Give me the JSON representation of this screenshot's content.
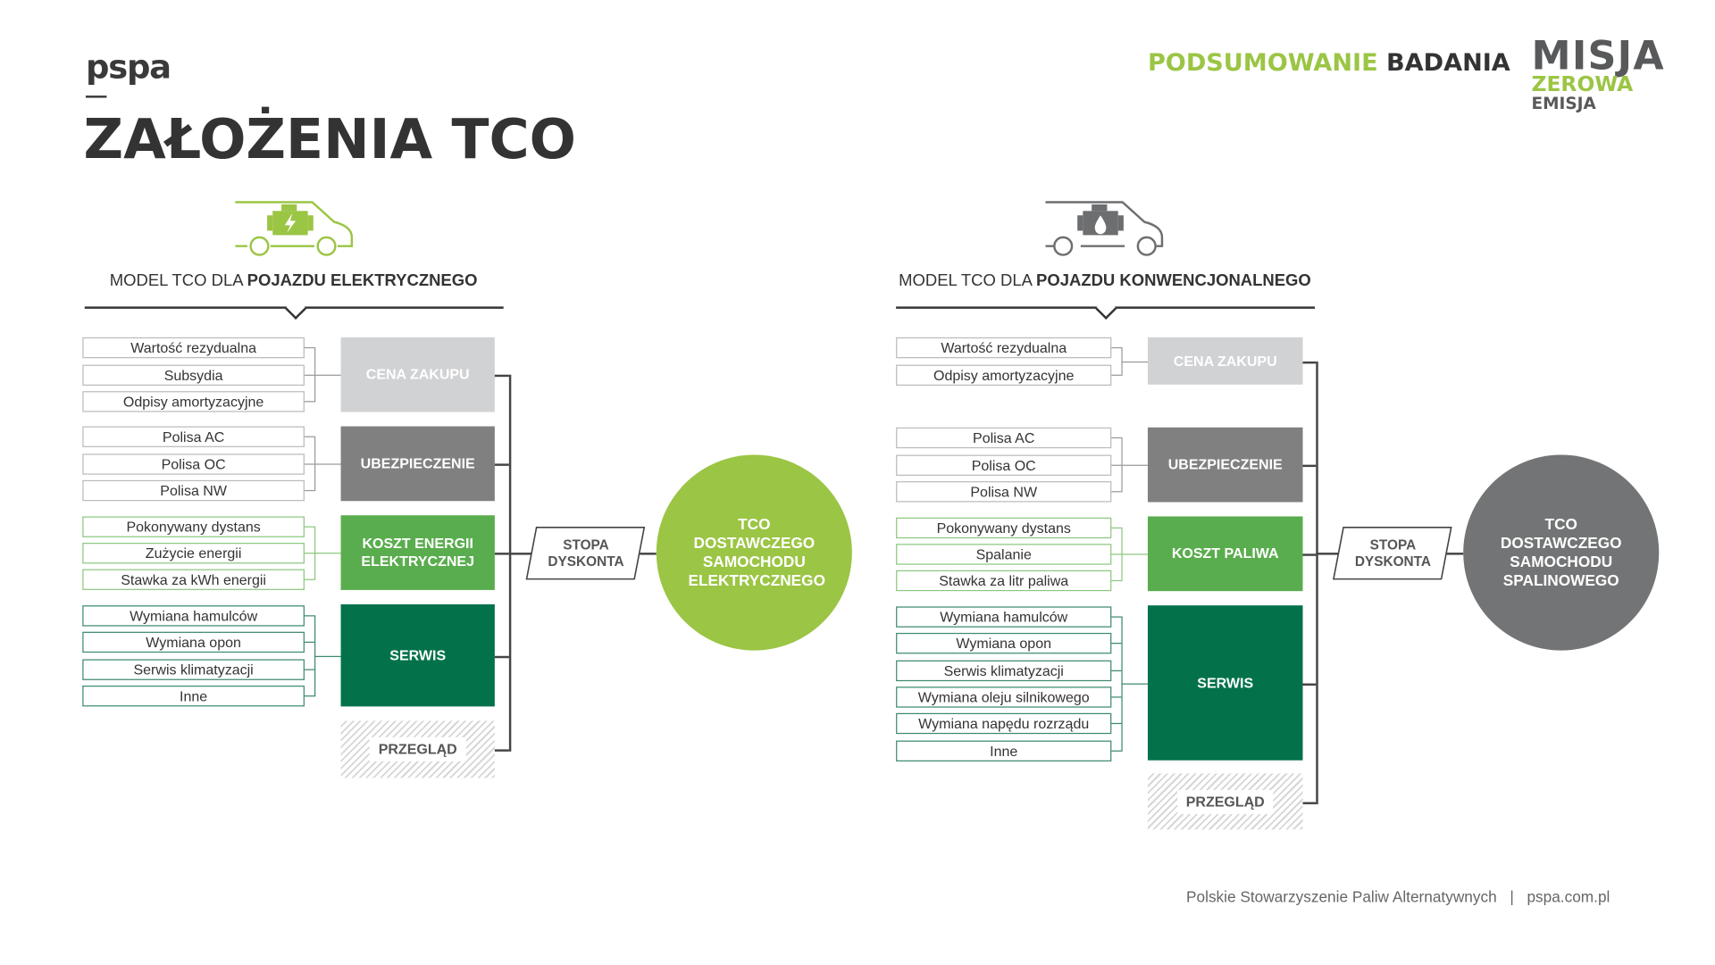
{
  "header": {
    "logo": "pspa",
    "title": "ZAŁOŻENIA TCO",
    "summary_green": "PODSUMOWANIE",
    "summary_dark": "BADANIA",
    "misja_logo": {
      "line1": "MISJA",
      "line2": "ZEROWA",
      "line3": "EMISJA"
    }
  },
  "colors": {
    "green": "#9bc544",
    "grey_circle": "#737475",
    "dark_green": "#03724b",
    "mid_green": "#5aad4e"
  },
  "electric": {
    "subtitle_light": "MODEL TCO DLA",
    "subtitle_bold": "POJAZDU ELEKTRYCZNEGO",
    "icon": "electric-van-icon",
    "groups": [
      {
        "category": "CENA ZAKUPU",
        "items": [
          "Wartość rezydualna",
          "Subsydia",
          "Odpisy amortyzacyjne"
        ]
      },
      {
        "category": "UBEZPIECZENIE",
        "items": [
          "Polisa AC",
          "Polisa OC",
          "Polisa NW"
        ]
      },
      {
        "category": "KOSZT ENERGII ELEKTRYCZNEJ",
        "items": [
          "Pokonywany dystans",
          "Zużycie energii",
          "Stawka za kWh energii"
        ]
      },
      {
        "category": "SERWIS",
        "items": [
          "Wymiana hamulców",
          "Wymiana opon",
          "Serwis klimatyzacji",
          "Inne"
        ]
      },
      {
        "category": "PRZEGLĄD",
        "items": []
      }
    ],
    "discount": "STOPA DYSKONTA",
    "result": "TCO DOSTAWCZEGO SAMOCHODU ELEKTRYCZNEGO"
  },
  "conventional": {
    "subtitle_light": "MODEL TCO DLA",
    "subtitle_bold": "POJAZDU KONWENCJONALNEGO",
    "icon": "combustion-van-icon",
    "groups": [
      {
        "category": "CENA ZAKUPU",
        "items": [
          "Wartość rezydualna",
          "Odpisy amortyzacyjne"
        ]
      },
      {
        "category": "UBEZPIECZENIE",
        "items": [
          "Polisa AC",
          "Polisa OC",
          "Polisa NW"
        ]
      },
      {
        "category": "KOSZT PALIWA",
        "items": [
          "Pokonywany dystans",
          "Spalanie",
          "Stawka za litr paliwa"
        ]
      },
      {
        "category": "SERWIS",
        "items": [
          "Wymiana hamulców",
          "Wymiana opon",
          "Serwis klimatyzacji",
          "Wymiana oleju silnikowego",
          "Wymiana napędu rozrządu",
          "Inne"
        ]
      },
      {
        "category": "PRZEGLĄD",
        "items": []
      }
    ],
    "discount": "STOPA DYSKONTA",
    "result": "TCO DOSTAWCZEGO SAMOCHODU SPALINOWEGO"
  },
  "footer": {
    "org": "Polskie Stowarzyszenie Paliw Alternatywnych",
    "separator": "|",
    "url": "pspa.com.pl"
  }
}
